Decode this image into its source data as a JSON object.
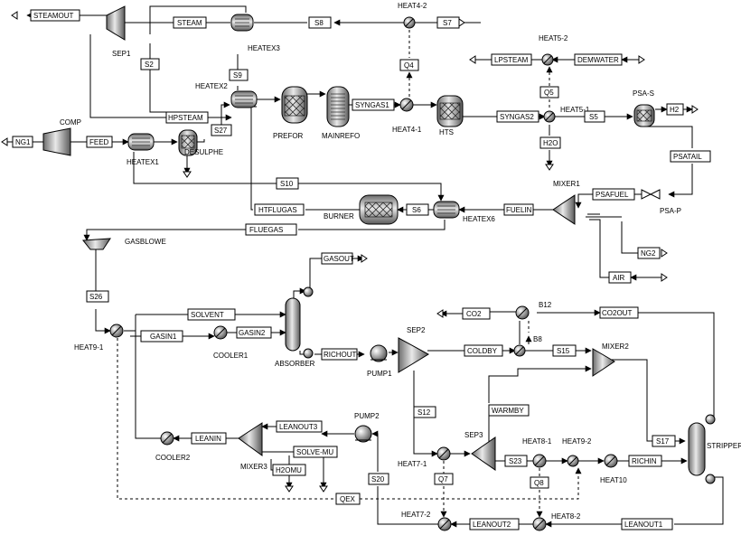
{
  "blocks": {
    "sep1": "SEP1",
    "comp": "COMP",
    "heatex1": "HEATEX1",
    "heatex2": "HEATEX2",
    "heatex3": "HEATEX3",
    "desulphe": "DESULPHE",
    "prefor": "PREFOR",
    "mainrefo": "MAINREFO",
    "heat4_1": "HEAT4-1",
    "heat4_2": "HEAT4-2",
    "hts": "HTS",
    "heat5_1": "HEAT5-1",
    "heat5_2": "HEAT5-2",
    "psa_s": "PSA-S",
    "psa_p": "PSA-P",
    "mixer1": "MIXER1",
    "heatex6": "HEATEX6",
    "burner": "BURNER",
    "gasblowe": "GASBLOWE",
    "heat9_1": "HEAT9-1",
    "cooler1": "COOLER1",
    "absorber": "ABSORBER",
    "pump1": "PUMP1",
    "sep2": "SEP2",
    "b12": "B12",
    "b8": "B8",
    "mixer2": "MIXER2",
    "stripper": "STRIPPER",
    "cooler2": "COOLER2",
    "mixer3": "MIXER3",
    "pump2": "PUMP2",
    "heat7_1": "HEAT7-1",
    "sep3": "SEP3",
    "heat8_1": "HEAT8-1",
    "heat9_2": "HEAT9-2",
    "heat10": "HEAT10",
    "heat7_2": "HEAT7-2",
    "heat8_2": "HEAT8-2"
  },
  "streams": {
    "steamout": "STEAMOUT",
    "steam": "STEAM",
    "s8": "S8",
    "s7": "S7",
    "s2": "S2",
    "s9": "S9",
    "q4": "Q4",
    "lpsteam": "LPSTEAM",
    "demwater": "DEMWATER",
    "q5": "Q5",
    "hpsteam": "HPSTEAM",
    "syngas1": "SYNGAS1",
    "syngas2": "SYNGAS2",
    "s5": "S5",
    "h2": "H2",
    "ng1": "NG1",
    "feed": "FEED",
    "s27": "S27",
    "h2o": "H2O",
    "psatail": "PSATAIL",
    "s10": "S10",
    "psafuel": "PSAFUEL",
    "htflugas": "HTFLUGAS",
    "s6": "S6",
    "fuelin": "FUELIN",
    "fluegas": "FLUEGAS",
    "ng2": "NG2",
    "air": "AIR",
    "gasout": "GASOUT",
    "s26": "S26",
    "solvent": "SOLVENT",
    "co2": "CO2",
    "co2out": "CO2OUT",
    "gasin1": "GASIN1",
    "gasin2": "GASIN2",
    "richout": "RICHOUT",
    "coldby": "COLDBY",
    "s15": "S15",
    "s12": "S12",
    "warmby": "WARMBY",
    "leanin": "LEANIN",
    "leanout3": "LEANOUT3",
    "solve_mu": "SOLVE-MU",
    "h2omu": "H2OMU",
    "s17": "S17",
    "s23": "S23",
    "richin": "RICHIN",
    "q7": "Q7",
    "q8": "Q8",
    "s20": "S20",
    "qex": "QEX",
    "leanout2": "LEANOUT2",
    "leanout1": "LEANOUT1"
  }
}
